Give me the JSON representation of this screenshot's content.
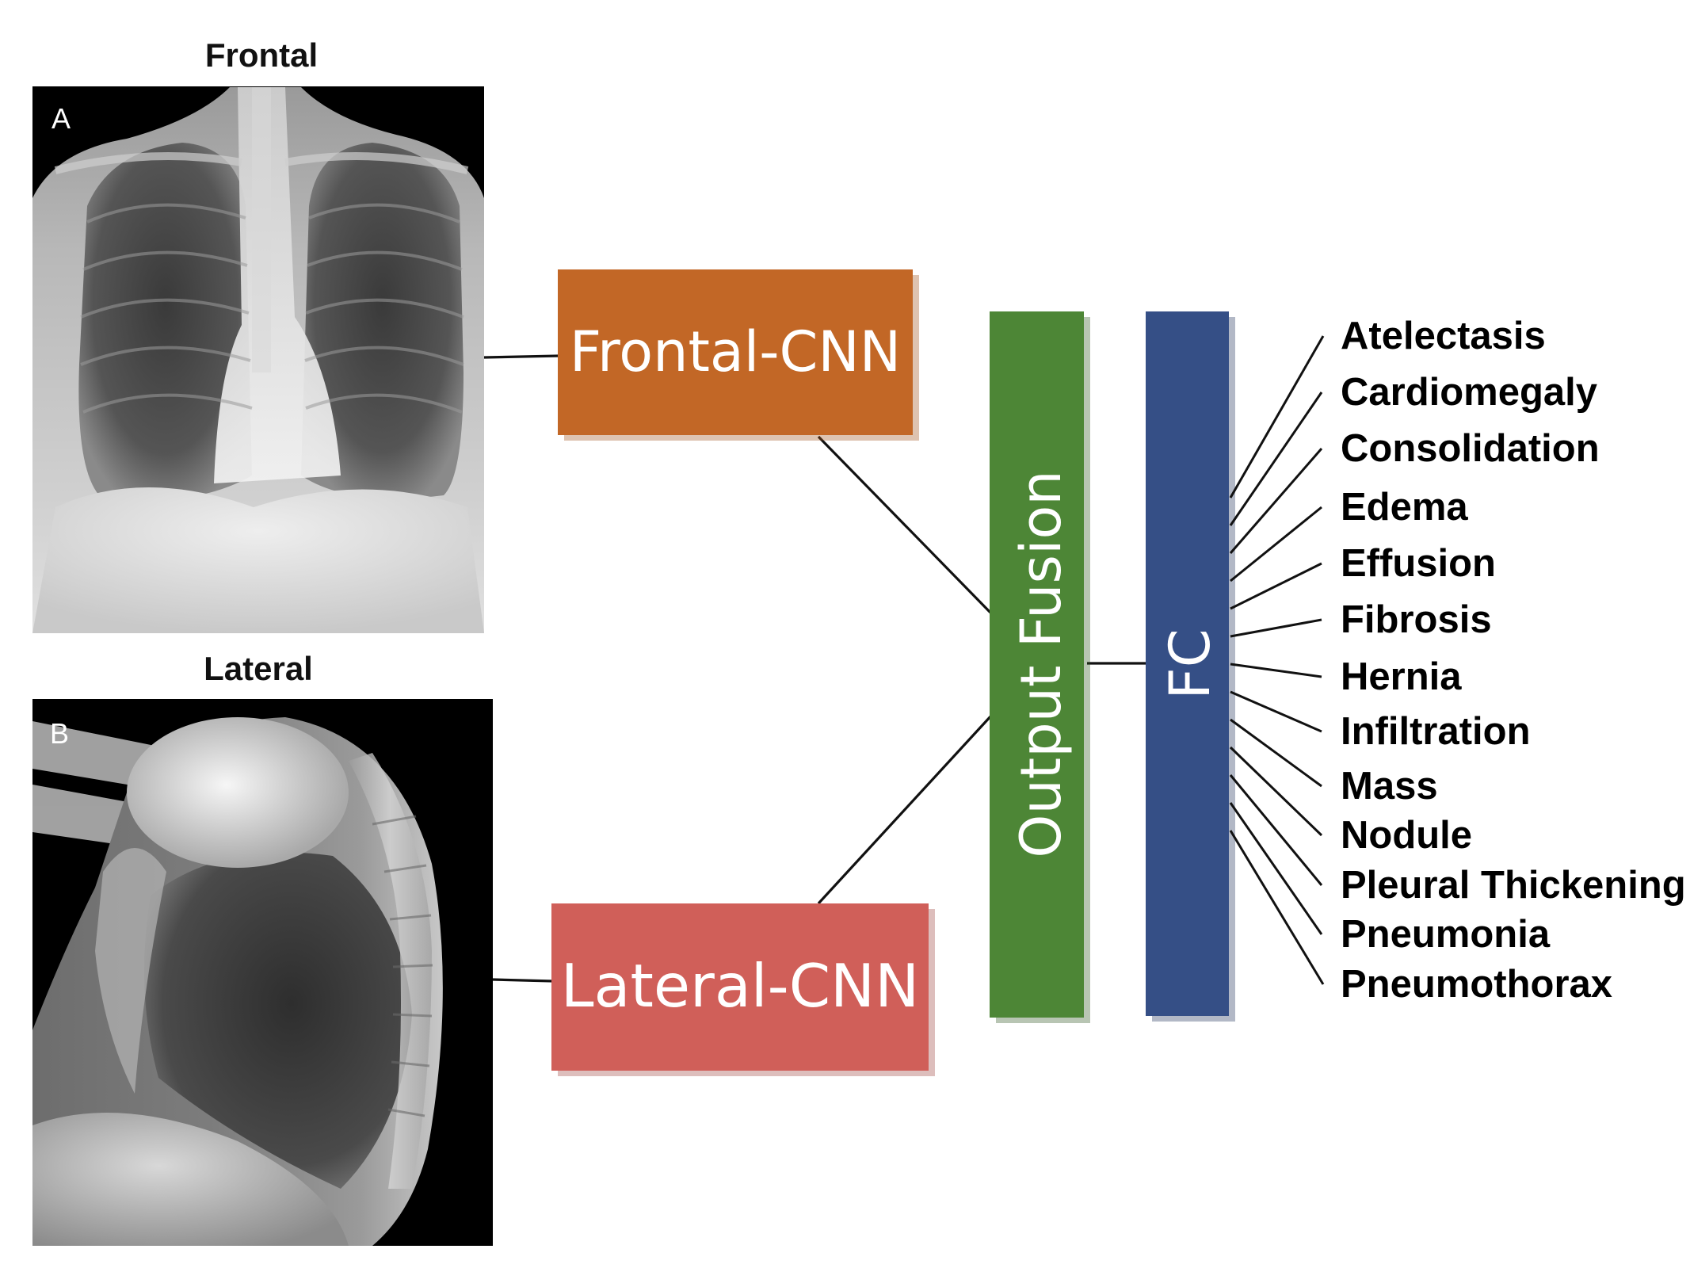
{
  "inputs": {
    "frontal": {
      "caption": "Frontal",
      "panel_letter": "A"
    },
    "lateral": {
      "caption": "Lateral",
      "panel_letter": "B"
    }
  },
  "blocks": {
    "frontal_cnn": {
      "label": "Frontal-CNN",
      "color": "#c26726"
    },
    "lateral_cnn": {
      "label": "Lateral-CNN",
      "color": "#d05f59"
    },
    "output_fusion": {
      "label": "Output Fusion",
      "color": "#4d8636"
    },
    "fc": {
      "label": "FC",
      "color": "#354f86"
    }
  },
  "outputs": [
    "Atelectasis",
    "Cardiomegaly",
    "Consolidation",
    "Edema",
    "Effusion",
    "Fibrosis",
    "Hernia",
    "Infiltration",
    "Mass",
    "Nodule",
    "Pleural Thickening",
    "Pneumonia",
    "Pneumothorax"
  ]
}
